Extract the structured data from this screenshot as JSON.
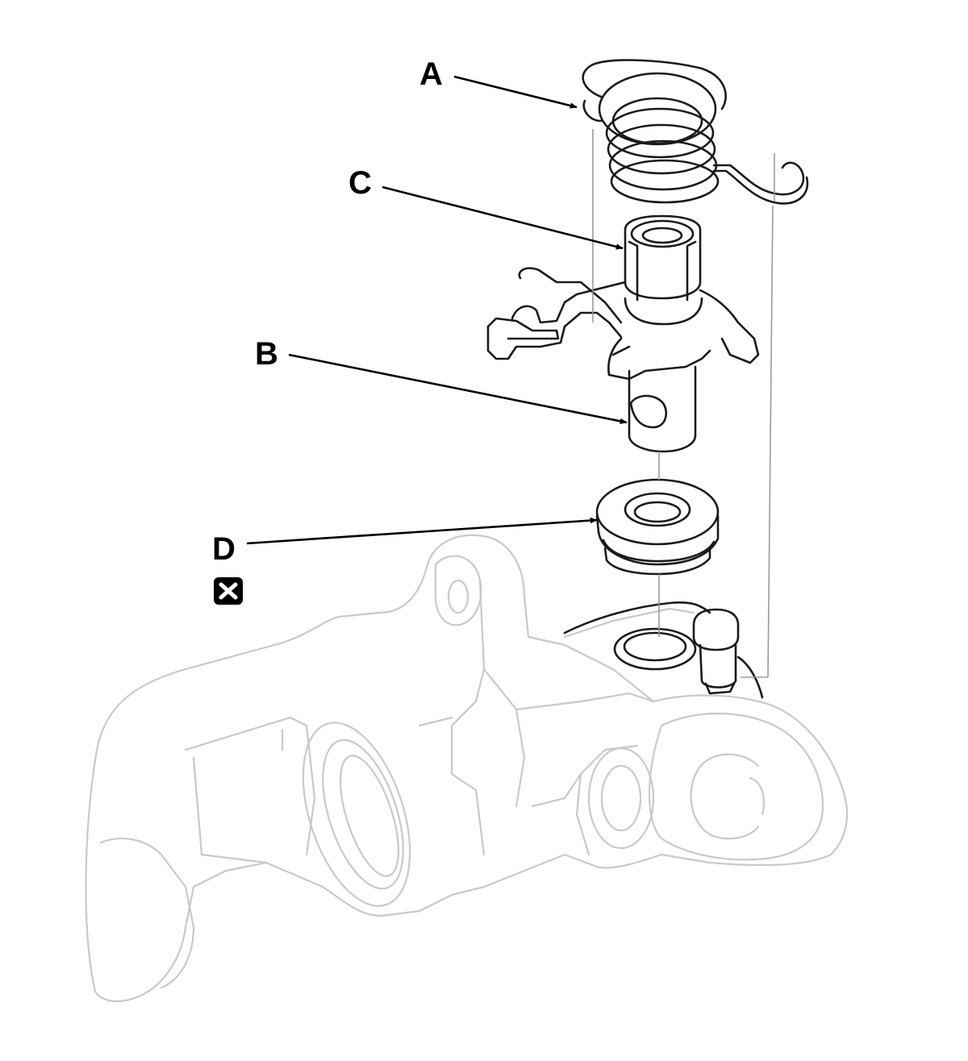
{
  "labels": {
    "a": "A",
    "b": "B",
    "c": "C",
    "d": "D"
  },
  "replace_symbol": "replace-part-icon",
  "colors": {
    "line": "#1a1a1a",
    "ghost": "#c9c9c9",
    "callout": "#000000"
  }
}
